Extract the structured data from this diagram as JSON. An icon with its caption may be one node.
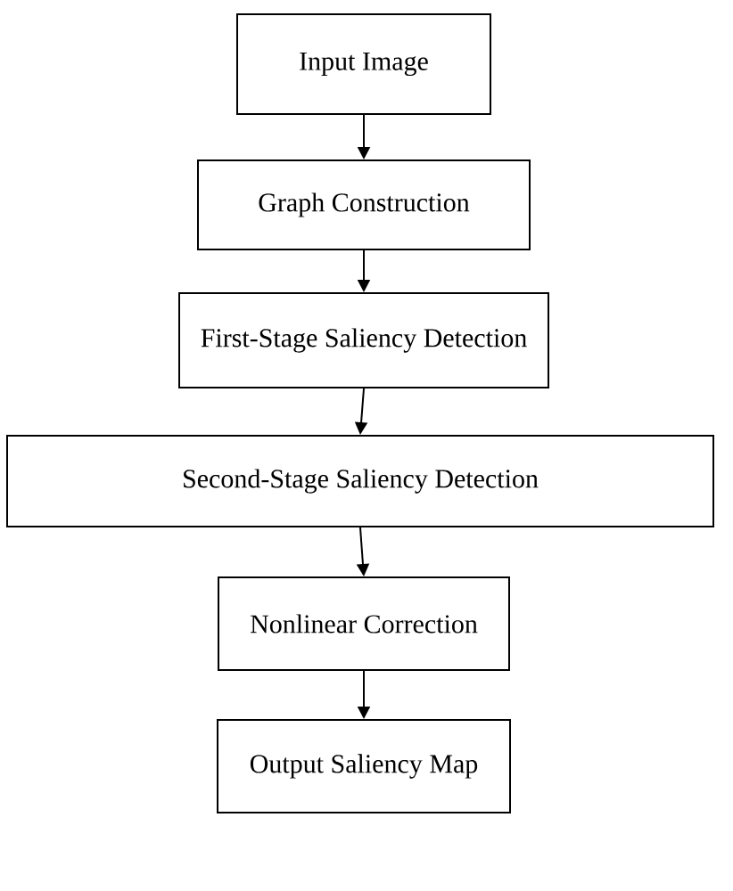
{
  "diagram": {
    "nodes": [
      {
        "text": [
          "Input Image"
        ]
      },
      {
        "text": [
          "Graph Construction"
        ]
      },
      {
        "text": [
          "First-Stage Saliency Detection"
        ]
      },
      {
        "text": [
          "Second-Stage Saliency Detection"
        ]
      },
      {
        "text": [
          "Nonlinear Correction"
        ]
      },
      {
        "text": [
          "Output Saliency Map"
        ]
      }
    ],
    "edges": [
      {
        "from": 0,
        "to": 1,
        "arrow": "to"
      },
      {
        "from": 1,
        "to": 2,
        "arrow": "to"
      },
      {
        "from": 2,
        "to": 3,
        "arrow": "to"
      },
      {
        "from": 3,
        "to": 4,
        "arrow": "to"
      },
      {
        "from": 4,
        "to": 5,
        "arrow": "to"
      }
    ]
  }
}
